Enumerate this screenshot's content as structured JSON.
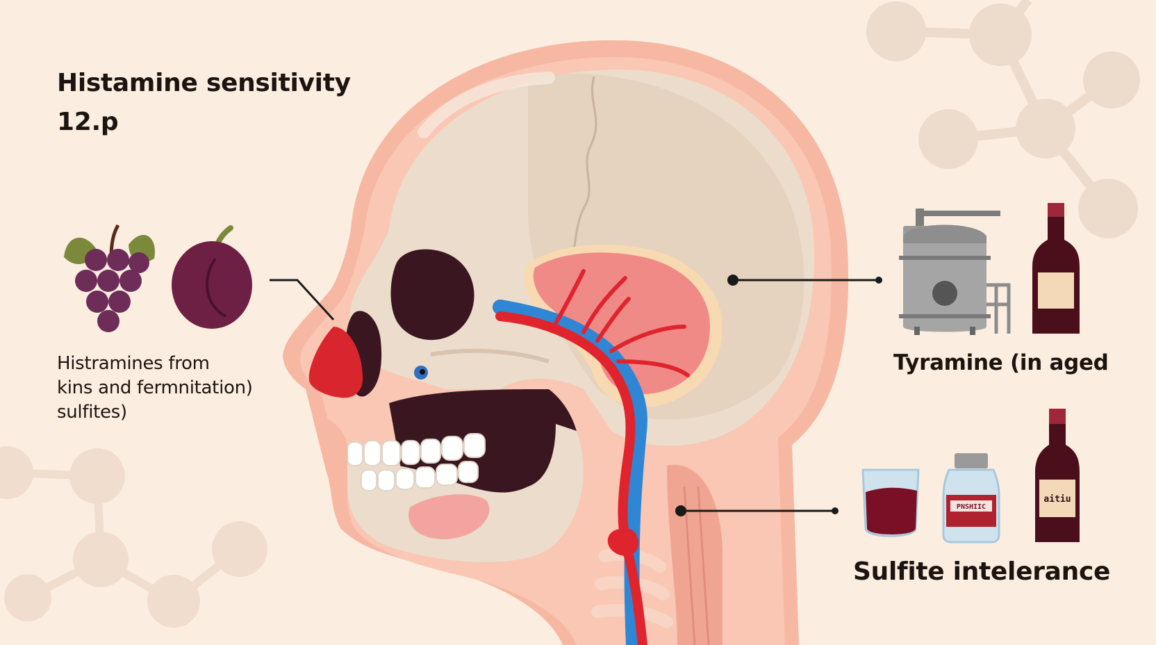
{
  "title": {
    "line1": "Histamine sensitivity",
    "line2": "12.p"
  },
  "histamine_caption": {
    "line1": "Histramines from",
    "line2": "kins and fermnitation)",
    "line3": "sulfites)"
  },
  "tyramine_caption": "Tyramine (in aged",
  "sulfite_caption": "Sulfite intelerance",
  "medicine_label": "PNSHIIC",
  "wine_label": "aitiu",
  "icons": [
    "grapes-icon",
    "plum-icon",
    "fermentation-tank-icon",
    "wine-bottle-icon",
    "wine-glass-icon",
    "medicine-bottle-icon"
  ],
  "colors": {
    "background": "#fbeee0",
    "skin": "#f6b8a2",
    "bone": "#ecdccb",
    "artery": "#e0242e",
    "vein": "#2f86d4",
    "wine": "#6b1424",
    "text": "#1c1410"
  }
}
